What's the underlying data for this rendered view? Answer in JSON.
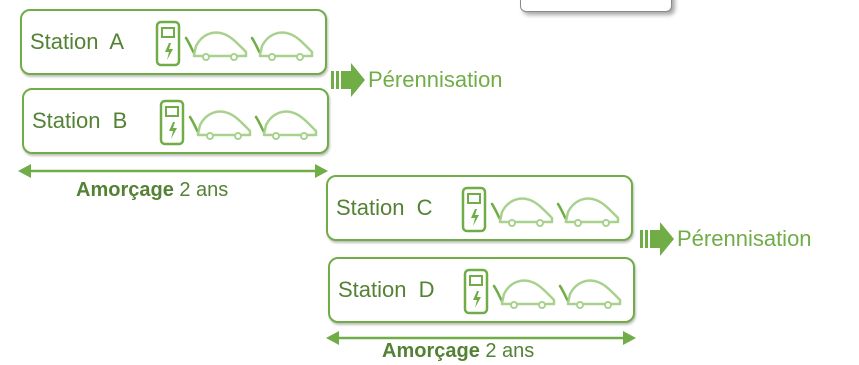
{
  "groups": [
    {
      "stations": [
        {
          "name": "Station",
          "letter": "A"
        },
        {
          "name": "Station",
          "letter": "B"
        }
      ],
      "outcome": "Pérennisation",
      "duration": {
        "bold": "Amorçage",
        "rest": "2 ans"
      }
    },
    {
      "stations": [
        {
          "name": "Station",
          "letter": "C"
        },
        {
          "name": "Station",
          "letter": "D"
        }
      ],
      "outcome": "Pérennisation",
      "duration": {
        "bold": "Amorçage",
        "rest": "2 ans"
      }
    }
  ],
  "icons": {
    "charger": "ev-charger-icon",
    "car": "electric-car-icon",
    "arrow": "block-arrow-icon",
    "duration": "double-arrow-icon"
  },
  "colors": {
    "accent": "#70ad47",
    "text": "#548235",
    "car_outline": "#a9d18e"
  }
}
